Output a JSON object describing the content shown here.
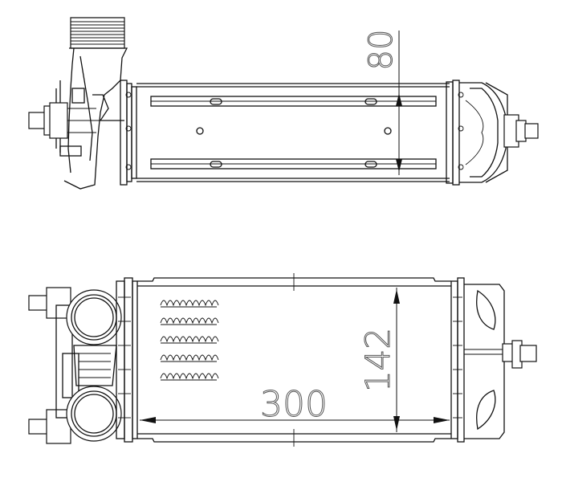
{
  "dimensions": {
    "height_top": "80",
    "height_bottom": "142",
    "width_bottom": "300"
  },
  "colors": {
    "line": "#111111",
    "background": "#ffffff"
  }
}
